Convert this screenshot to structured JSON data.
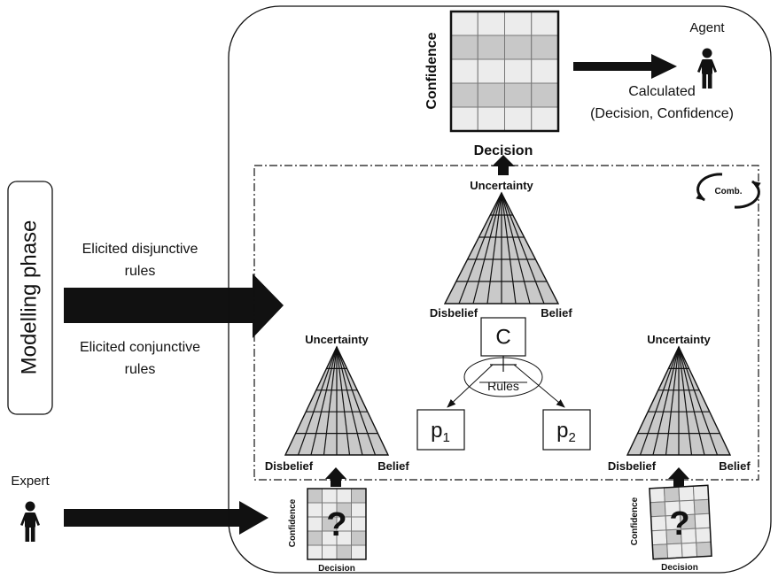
{
  "phase_label": "Modelling phase",
  "inputs": {
    "disjunctive": [
      "Elicited disjunctive",
      "rules"
    ],
    "conjunctive": [
      "Elicited conjunctive",
      "rules"
    ]
  },
  "expert_label": "Expert",
  "agent_label": "Agent",
  "output": {
    "line1": "Calculated",
    "line2": "(Decision, Confidence)"
  },
  "matrix": {
    "confidence_label": "Confidence",
    "decision_label": "Decision",
    "unknown_mark": "?"
  },
  "triangle": {
    "top_label": "Uncertainty",
    "left_label": "Disbelief",
    "right_label": "Belief"
  },
  "combination_label": "Comb.",
  "node_c": "C",
  "rules_label": "Rules",
  "node_p1": {
    "base": "p",
    "sub": "1"
  },
  "node_p2": {
    "base": "p",
    "sub": "2"
  }
}
